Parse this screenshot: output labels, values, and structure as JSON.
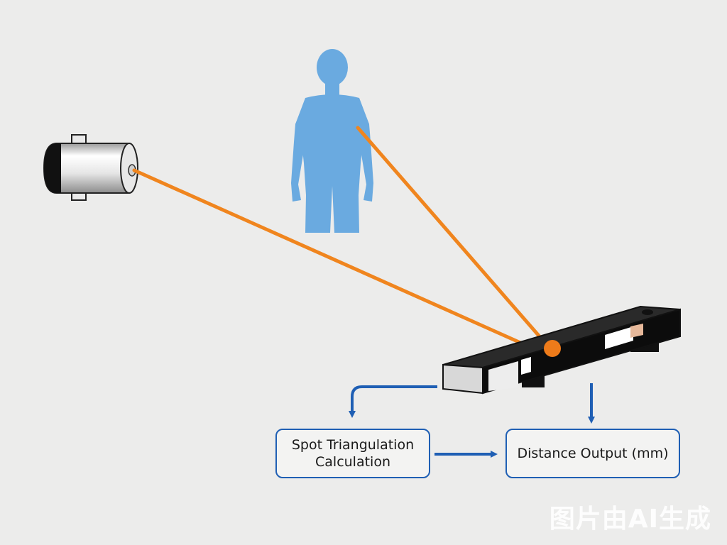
{
  "boxes": {
    "calc_label": "Spot Triangulation\nCalculation",
    "output_label": "Distance Output (mm)"
  },
  "watermark": "图片由AI生成",
  "colors": {
    "background": "#ececeb",
    "laser_beam": "#f0851e",
    "person": "#6aaae0",
    "flow_arrow": "#1f5fb4",
    "sensor_body": "#111111"
  },
  "icons": [
    "laser-emitter-icon",
    "person-silhouette-icon",
    "sensor-bar-icon",
    "laser-spot-icon"
  ]
}
